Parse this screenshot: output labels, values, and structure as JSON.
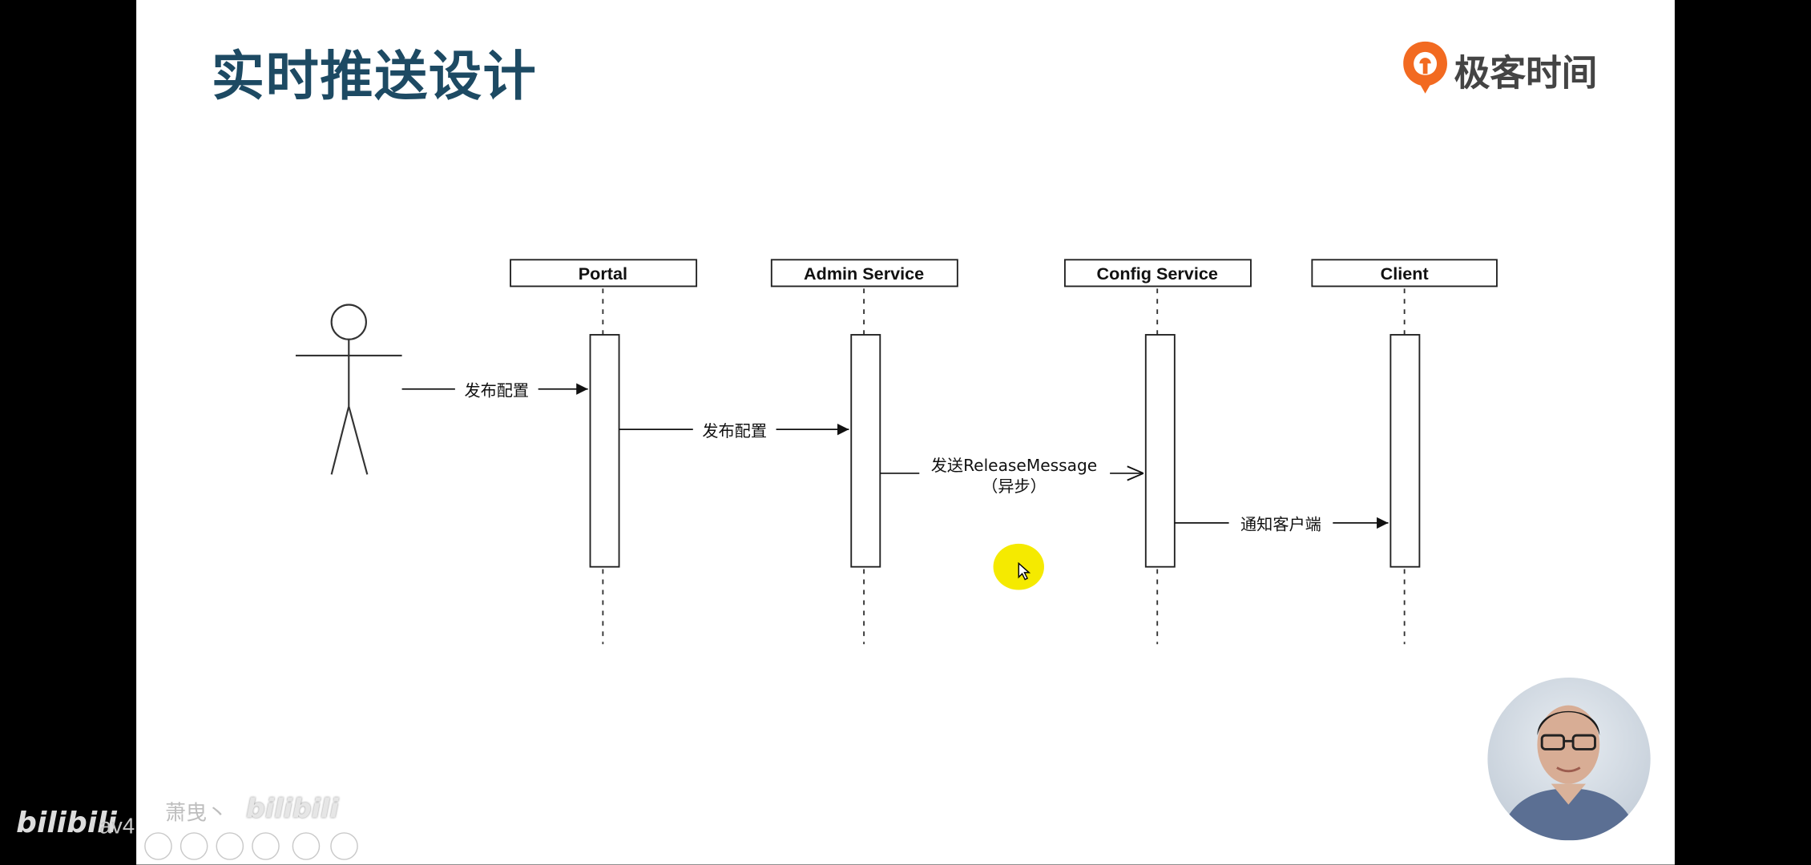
{
  "slide": {
    "title": "实时推送设计",
    "brand": {
      "name": "极客时间",
      "logo_icon": "geektime-logo-icon",
      "accent": "#f26a21"
    }
  },
  "diagram": {
    "type": "sequence",
    "participants": [
      {
        "id": "portal",
        "label": "Portal"
      },
      {
        "id": "admin",
        "label": "Admin Service"
      },
      {
        "id": "config",
        "label": "Config Service"
      },
      {
        "id": "client",
        "label": "Client"
      }
    ],
    "actor": {
      "icon": "user-stick-figure-icon"
    },
    "messages": [
      {
        "from": "actor",
        "to": "portal",
        "label": "发布配置",
        "style": "sync"
      },
      {
        "from": "portal",
        "to": "admin",
        "label": "发布配置",
        "style": "sync"
      },
      {
        "from": "admin",
        "to": "config",
        "label": "发送ReleaseMessage",
        "sublabel": "（异步）",
        "style": "async"
      },
      {
        "from": "config",
        "to": "client",
        "label": "通知客户端",
        "style": "sync"
      }
    ]
  },
  "overlay": {
    "watermark_logo": "bilibili",
    "watermark_av": "av4",
    "watermark_user": "萧曳丶",
    "watermark_logo2": "bilibili",
    "cursor_icon": "mouse-cursor-icon",
    "cursor_highlight_color": "#f5ea00"
  },
  "player": {
    "buttons": [
      "back-icon",
      "play-icon",
      "edit-icon",
      "copy-icon",
      "search-icon",
      "more-icon"
    ]
  }
}
